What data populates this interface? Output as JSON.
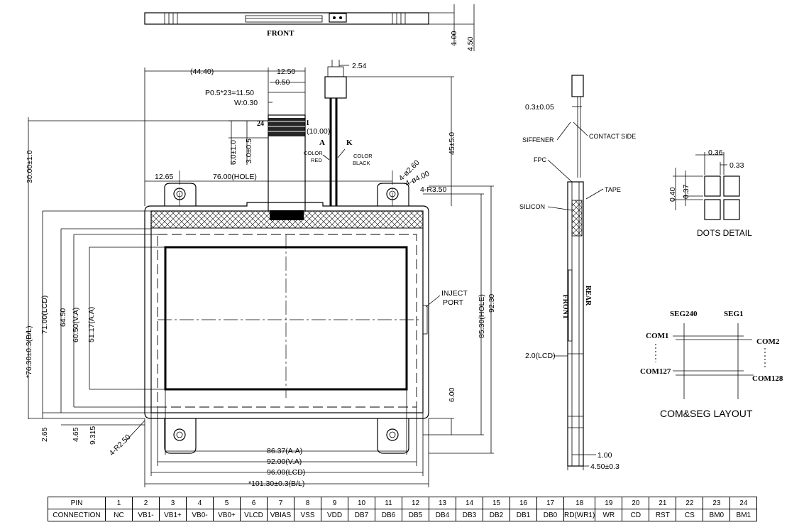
{
  "front_view": {
    "label": "FRONT",
    "dims": [
      "1.00",
      "4.50"
    ]
  },
  "top_dims": {
    "overall_width": "(44.40)",
    "fpc_width": "12.50",
    "pitch_edge": "0.50",
    "pitch": "P0.5*23=11.50",
    "trace_width": "W:0.30",
    "connector_pitch": "2.54",
    "cable_length": "45±5.0",
    "fpc_pad": "(10.00)",
    "fpc_dim_a": "6.0±1.0",
    "fpc_dim_b": "3.0±0.5",
    "pin24": "24",
    "pin1": "1",
    "anode": "A",
    "cathode": "K",
    "anode_color": [
      "COLOR",
      "RED"
    ],
    "cathode_color": [
      "COLOR",
      "BLACK"
    ],
    "hole_offset": "12.65",
    "hole_pitch_h": "76.00(HOLE)",
    "hole_dia_a": "4-ø2.60",
    "hole_dia_b": "4-ø4.00",
    "hole_radius": "4-R3.50",
    "overall_height": "30.00±1.0"
  },
  "main_dims": {
    "bl_height": "*76.30±0.3(B/L)",
    "lcd_height": "71.00(LCD)",
    "h_64": "64.50",
    "va_height": "60.50(V.A)",
    "aa_height": "51.17(A.A)",
    "hole_pitch_v": "85.30(HOLE)",
    "total_height": "92.30",
    "inject_port": [
      "INJECT",
      "PORT"
    ],
    "bottom_6": "6.00",
    "bottom_265": "2.65",
    "bottom_465": "4.65",
    "bottom_9315": "9.315",
    "corner_radius": "4-R2.50",
    "aa_width": "86.37(A.A)",
    "va_width": "92.00(V.A)",
    "lcd_width": "96.00(LCD)",
    "bl_width": "*101.30±0.3(B/L)"
  },
  "side_view": {
    "dim_top": "0.3±0.05",
    "siffener": "SIFFENER",
    "contact_side": "CONTACT SIDE",
    "fpc": "FPC",
    "tape": "TAPE",
    "silicon": "SILICON",
    "front": "FRONT",
    "rear": "REAR",
    "lcd_thk": "2.0(LCD)",
    "dim_1": "1.00",
    "dim_2": "4.50±0.3"
  },
  "dots_detail": {
    "w1": "0.36",
    "w2": "0.33",
    "h1": "0.40",
    "h2": "0.37",
    "title": "DOTS  DETAIL"
  },
  "com_seg": {
    "seg240": "SEG240",
    "seg1": "SEG1",
    "com1": "COM1",
    "com2": "COM2",
    "com127": "COM127",
    "com128": "COM128",
    "title": "COM&SEG  LAYOUT"
  },
  "pin_table": {
    "row1_label": "PIN",
    "row2_label": "CONNECTION",
    "pins": [
      "1",
      "2",
      "3",
      "4",
      "5",
      "6",
      "7",
      "8",
      "9",
      "10",
      "11",
      "12",
      "13",
      "14",
      "15",
      "16",
      "17",
      "18",
      "19",
      "20",
      "21",
      "22",
      "23",
      "24"
    ],
    "connections": [
      "NC",
      "VB1-",
      "VB1+",
      "VB0-",
      "VB0+",
      "VLCD",
      "VBIAS",
      "VSS",
      "VDD",
      "DB7",
      "DB6",
      "DB5",
      "DB4",
      "DB3",
      "DB2",
      "DB1",
      "DB0",
      "RD(WR1)",
      "WR",
      "CD",
      "RST",
      "CS",
      "BM0",
      "BM1"
    ]
  }
}
